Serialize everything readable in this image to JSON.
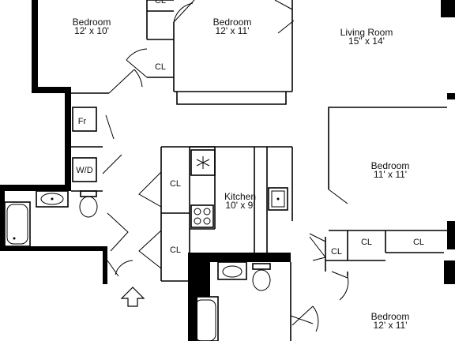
{
  "rooms": {
    "bedroom_top_left": {
      "name": "Bedroom",
      "dims": "12' x 10'"
    },
    "bedroom_top_center": {
      "name": "Bedroom",
      "dims": "12' x 11'"
    },
    "living_room": {
      "name": "Living Room",
      "dims": "15\" x 14'"
    },
    "bedroom_right": {
      "name": "Bedroom",
      "dims": "11' x 11'"
    },
    "bedroom_bottom_right": {
      "name": "Bedroom",
      "dims": "12' x 11'"
    },
    "kitchen": {
      "name": "Kitchen",
      "dims": "10' x 9'"
    }
  },
  "closets": {
    "top": "CL",
    "upper": "CL",
    "kitchen_left_upper": "CL",
    "kitchen_left_lower": "CL",
    "right_small": "CL",
    "right_mid": "CL",
    "right_far": "CL"
  },
  "appliances": {
    "fridge": "Fr",
    "washer_dryer": "W/D"
  },
  "icons": [
    "entry-arrow-icon",
    "snowflake-icon",
    "stove-icon",
    "sink-icon",
    "toilet-icon",
    "bathtub-icon",
    "door-swing-icon"
  ]
}
